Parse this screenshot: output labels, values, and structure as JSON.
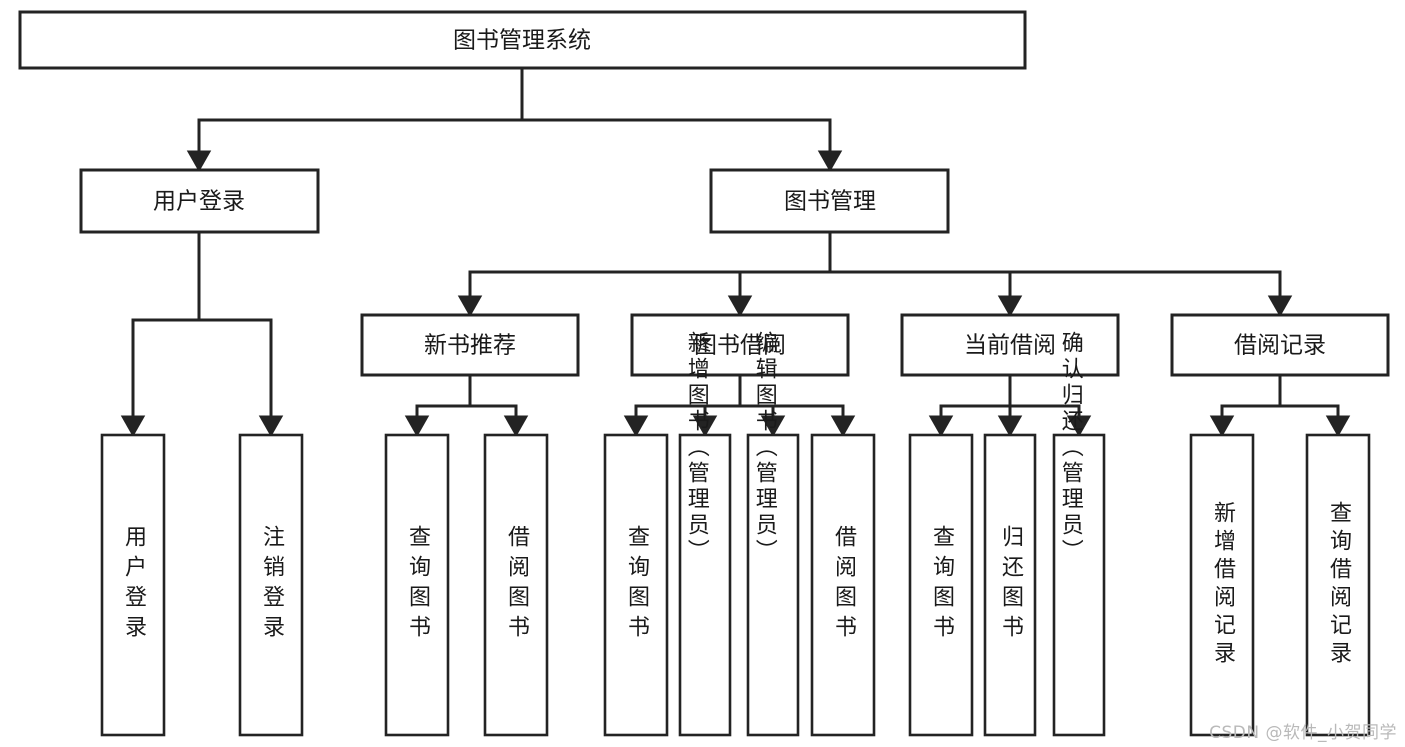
{
  "diagram": {
    "type": "hierarchy-tree",
    "title": "图书管理系统",
    "watermark": "CSDN @软件_小贺同学",
    "colors": {
      "stroke": "#232323",
      "fill": "#ffffff",
      "text": "#1a1a1a",
      "watermark": "#b9b9b9"
    },
    "levels": {
      "root": {
        "label": "图书管理系统"
      },
      "level2": [
        {
          "id": "user-login",
          "label": "用户登录"
        },
        {
          "id": "book-management",
          "label": "图书管理"
        }
      ],
      "level3": [
        {
          "id": "new-book-recommend",
          "label": "新书推荐"
        },
        {
          "id": "book-borrow",
          "label": "图书借阅"
        },
        {
          "id": "current-borrow",
          "label": "当前借阅"
        },
        {
          "id": "borrow-record",
          "label": "借阅记录"
        }
      ],
      "leaves": {
        "user-login": [
          {
            "id": "leaf-user-login",
            "label": "用户登录"
          },
          {
            "id": "leaf-logout",
            "label": "注销登录"
          }
        ],
        "new-book-recommend": [
          {
            "id": "leaf-query-book-1",
            "label": "查询图书"
          },
          {
            "id": "leaf-borrow-book-1",
            "label": "借阅图书"
          }
        ],
        "book-borrow": [
          {
            "id": "leaf-query-book-2",
            "label": "查询图书"
          },
          {
            "id": "leaf-add-book",
            "label": "新增图书（管理员）"
          },
          {
            "id": "leaf-edit-book",
            "label": "编辑图书（管理员）"
          },
          {
            "id": "leaf-borrow-book-2",
            "label": "借阅图书"
          }
        ],
        "current-borrow": [
          {
            "id": "leaf-query-book-3",
            "label": "查询图书"
          },
          {
            "id": "leaf-return-book",
            "label": "归还图书"
          },
          {
            "id": "leaf-confirm-return",
            "label": "确认归还（管理员）"
          }
        ],
        "borrow-record": [
          {
            "id": "leaf-add-record",
            "label": "新增借阅记录"
          },
          {
            "id": "leaf-query-record",
            "label": "查询借阅记录"
          }
        ]
      }
    }
  }
}
